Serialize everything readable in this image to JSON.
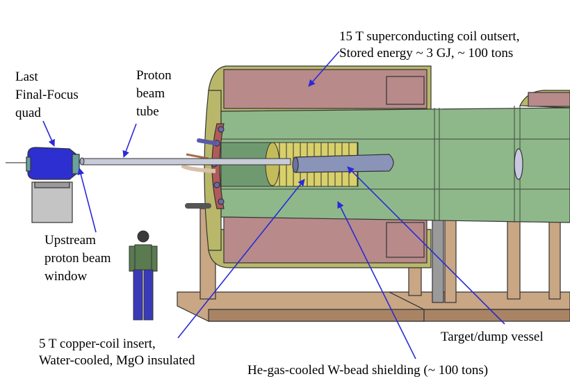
{
  "labels": {
    "outsert_line1": "15 T superconducting coil outsert,",
    "outsert_line2": "Stored energy ~ 3 GJ,  ~ 100 tons",
    "quad_line1": "Last",
    "quad_line2": "Final-Focus",
    "quad_line3": "quad",
    "tube_line1": "Proton",
    "tube_line2": "beam",
    "tube_line3": "tube",
    "window_line1": "Upstream",
    "window_line2": "proton beam",
    "window_line3": "window",
    "insert_line1": "5 T copper-coil insert,",
    "insert_line2": "Water-cooled, MgO insulated",
    "vessel": "Target/dump vessel",
    "shielding": "He-gas-cooled W-bead shielding (~ 100 tons)"
  },
  "colors": {
    "shielding_green": "#8fb88a",
    "coil_pink": "#b88a8a",
    "frame_olive": "#b9b86a",
    "stand_tan": "#c9a684",
    "insert_yellow": "#d8d06a",
    "vessel_blue": "#8a93b8",
    "quad_blue": "#2e2fd0",
    "arrow_blue": "#2a2ad8"
  }
}
